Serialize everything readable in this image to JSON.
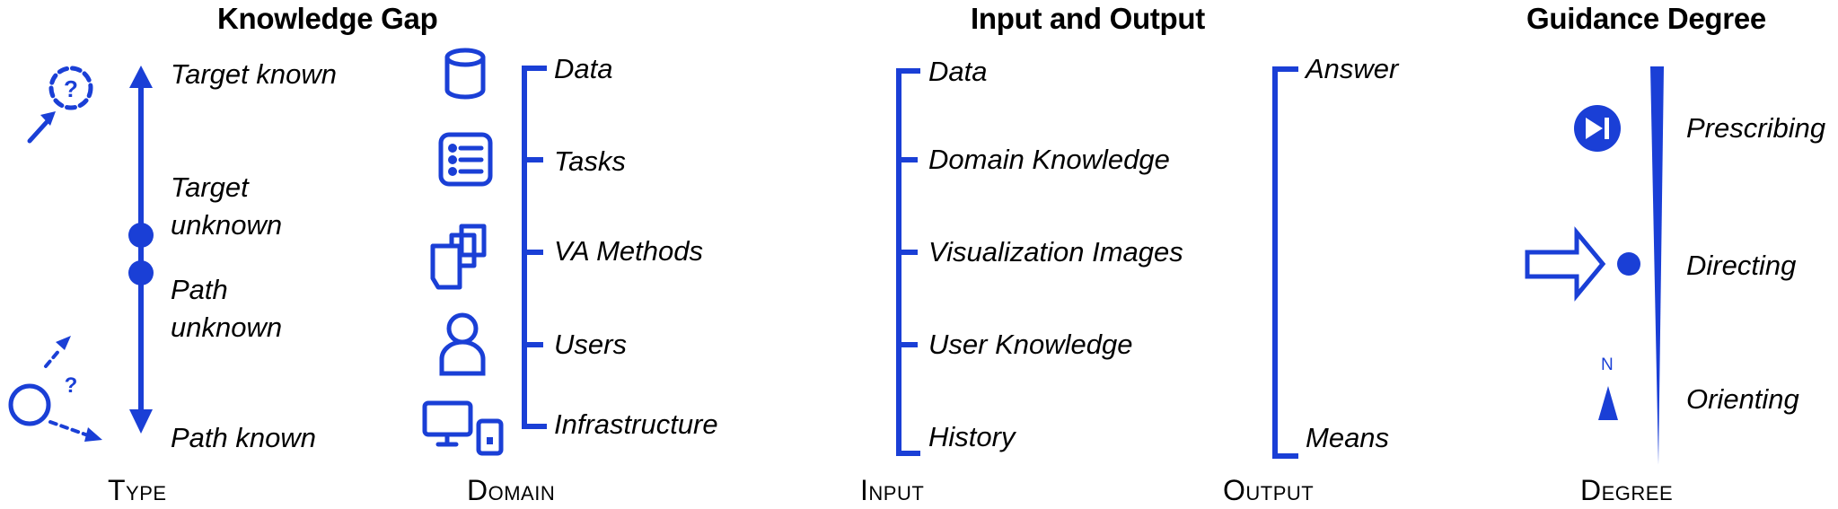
{
  "titles": {
    "knowledge_gap": "Knowledge Gap",
    "input_output": "Input and Output",
    "guidance_degree": "Guidance Degree"
  },
  "type": {
    "axis_label": "Type",
    "labels": [
      "Target known",
      "Target unknown",
      "Path unknown",
      "Path known"
    ]
  },
  "domain": {
    "axis_label": "Domain",
    "items": [
      "Data",
      "Tasks",
      "VA Methods",
      "Users",
      "Infrastructure"
    ],
    "icons": [
      "database-icon",
      "task-list-icon",
      "documents-icon",
      "user-icon",
      "devices-icon"
    ]
  },
  "input": {
    "axis_label": "Input",
    "items": [
      "Data",
      "Domain Knowledge",
      "Visualization Images",
      "User Knowledge",
      "History"
    ]
  },
  "output": {
    "axis_label": "Output",
    "items": [
      "Answer",
      "Means"
    ]
  },
  "degree": {
    "axis_label": "Degree",
    "items": [
      "Prescribing",
      "Directing",
      "Orienting"
    ],
    "icons": [
      "skip-forward-icon",
      "arrow-to-point-icon",
      "compass-north-icon"
    ],
    "compass_letter": "N"
  },
  "colors": {
    "accent": "#1a3fd6",
    "text": "#000000"
  }
}
